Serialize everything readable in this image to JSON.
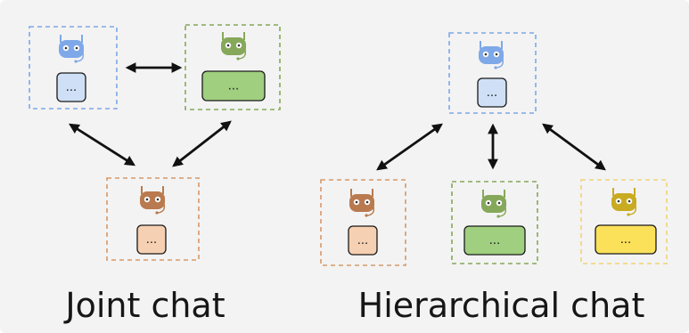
{
  "diagram": {
    "ellipsis": "...",
    "joint": {
      "caption": "Joint chat",
      "agents": [
        {
          "id": "j-blue",
          "name": "blue-agent",
          "color": "#7ea8e8",
          "box_fill": "#cfe0f6",
          "border": "#7ea8e8"
        },
        {
          "id": "j-green",
          "name": "green-agent",
          "color": "#86a85a",
          "box_fill": "#9fcf7f",
          "border": "#86a85a"
        },
        {
          "id": "j-orange",
          "name": "orange-agent",
          "color": "#b97a4f",
          "box_fill": "#f6d0b2",
          "border": "#d89968"
        }
      ]
    },
    "hierarchical": {
      "caption": "Hierarchical chat",
      "agents": [
        {
          "id": "h-blue",
          "name": "blue-agent",
          "color": "#7ea8e8",
          "box_fill": "#cfe0f6",
          "border": "#7ea8e8"
        },
        {
          "id": "h-orange",
          "name": "orange-agent",
          "color": "#b97a4f",
          "box_fill": "#f6d0b2",
          "border": "#d89968"
        },
        {
          "id": "h-green",
          "name": "green-agent",
          "color": "#86a85a",
          "box_fill": "#9fcf7f",
          "border": "#86a85a"
        },
        {
          "id": "h-yellow",
          "name": "yellow-agent",
          "color": "#c9ab22",
          "box_fill": "#fbe05a",
          "border": "#f0d472"
        }
      ]
    },
    "arrow_color": "#111111"
  }
}
